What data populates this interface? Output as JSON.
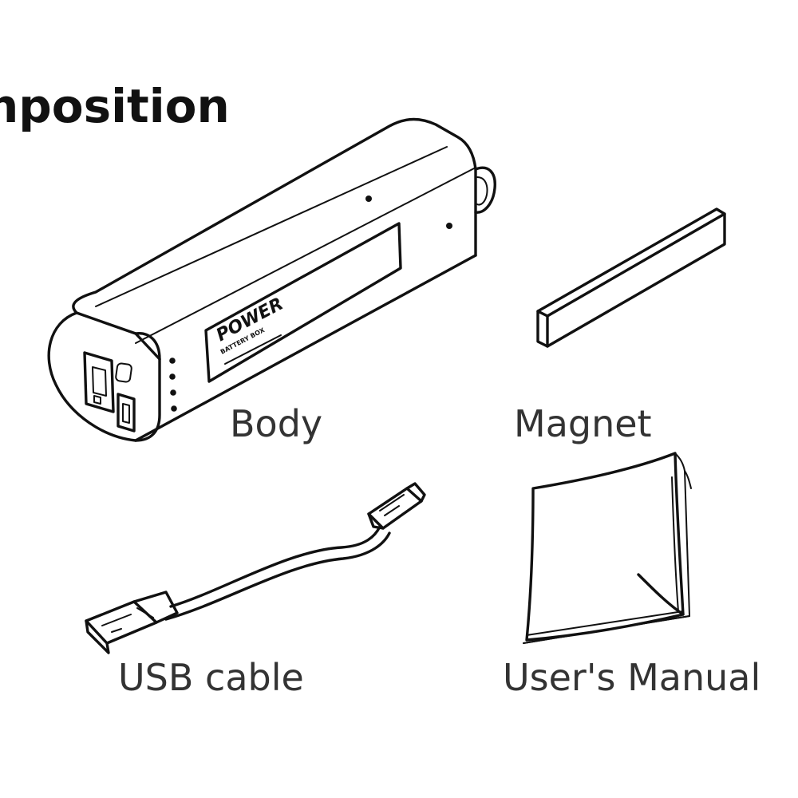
{
  "page": {
    "heading": "nposition",
    "items": [
      {
        "key": "body",
        "label": "Body"
      },
      {
        "key": "magnet",
        "label": "Magnet"
      },
      {
        "key": "usb",
        "label": "USB cable"
      },
      {
        "key": "manual",
        "label": "User's Manual"
      }
    ]
  },
  "device_label": {
    "line1": "POWER",
    "line2": "BATTERY BOX"
  },
  "colors": {
    "ink": "#111111",
    "caption": "#333333",
    "background": "#ffffff"
  }
}
